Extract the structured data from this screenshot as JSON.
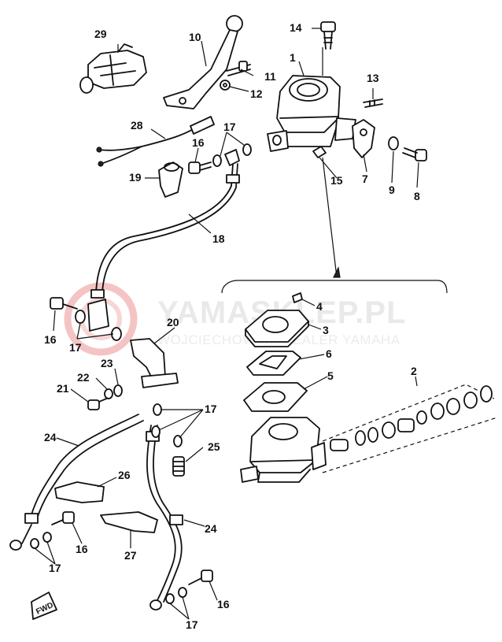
{
  "watermark": {
    "brand": "YAMASKLEP.PL",
    "subtitle": "WOJCIECHOWSKI DEALER YAMAHA"
  },
  "callouts": {
    "c1": "1",
    "c2": "2",
    "c3": "3",
    "c4": "4",
    "c5": "5",
    "c6": "6",
    "c7": "7",
    "c8": "8",
    "c9": "9",
    "c10": "10",
    "c11": "11",
    "c12": "12",
    "c13": "13",
    "c14": "14",
    "c15": "15",
    "c16": "16",
    "c17": "17",
    "c18": "18",
    "c19": "19",
    "c20": "20",
    "c21": "21",
    "c22": "22",
    "c23": "23",
    "c24": "24",
    "c25": "25",
    "c26": "26",
    "c27": "27",
    "c28": "28",
    "c29": "29"
  },
  "fwd_label": "FWD",
  "colors": {
    "ink": "#111111",
    "watermark": "#e9e9e9",
    "logo_red": "#f2b8b8"
  }
}
